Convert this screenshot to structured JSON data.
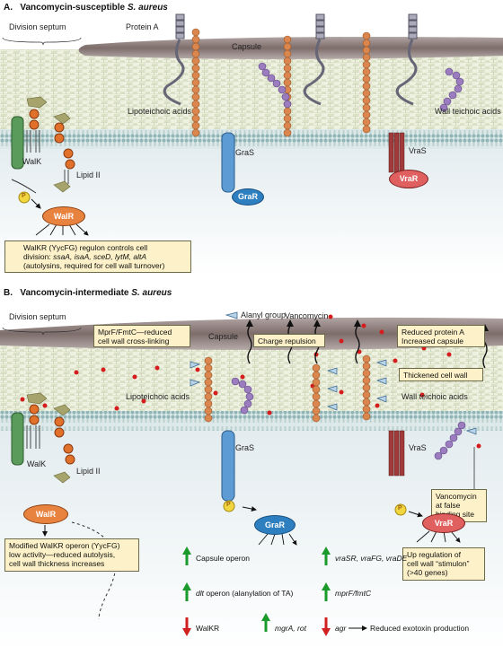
{
  "panel_a": {
    "title_letter": "A.",
    "title_prefix": "Vancomycin-susceptible ",
    "title_species": "S. aureus",
    "division_septum": "Division septum",
    "protein_a": "Protein A",
    "capsule": "Capsule",
    "lipoteichoic": "Lipoteichoic acids",
    "wall_teichoic": "Wall teichoic acids",
    "gras": "GraS",
    "grar": "GraR",
    "vras": "VraS",
    "vrar": "VraR",
    "walk": "WalK",
    "walr": "WalR",
    "lipid2": "Lipid II",
    "p": "P",
    "box_line1": "WalKR (YycFG) regulon controls cell",
    "box_line2_prefix": "division: ",
    "box_line2_genes": "ssaA, isaA, sceD, lytM, altA",
    "box_line3": "(autolysins, required for cell wall turnover)"
  },
  "panel_b": {
    "title_letter": "B.",
    "title_prefix": "Vancomycin-intermediate ",
    "title_species": "S. aureus",
    "division_septum": "Division septum",
    "alanyl": "Alanyl group",
    "vancomycin": "Vancomycin",
    "capsule": "Capsule",
    "mprf_box_l1": "MprF/FmtC—reduced",
    "mprf_box_l2": "cell wall cross-linking",
    "charge_box": "Charge repulsion",
    "protein_box_l1": "Reduced protein A",
    "protein_box_l2": "Increased capsule",
    "thickened_box": "Thickened cell wall",
    "lipoteichoic": "Lipoteichoic acids",
    "wall_teichoic": "Wall teichoic acids",
    "false_site_l1": "Vancomycin",
    "false_site_l2": "at false",
    "false_site_l3": "binding site",
    "gras": "GraS",
    "grar": "GraR",
    "vras": "VraS",
    "vrar": "VraR",
    "walk": "WalK",
    "walr": "WalR",
    "lipid2": "Lipid II",
    "p": "P",
    "walr_box_l1": "Modified WalKR operon (YycFG)",
    "walr_box_l2": "low activity—reduced autolysis,",
    "walr_box_l3": "cell wall thickness increases",
    "vrar_box_l1": "Up regulation of",
    "vrar_box_l2": "cell wall “stimulon”",
    "vrar_box_l3": "(>40 genes)",
    "capsule_operon": "Capsule operon",
    "dlt_gene": "dlt",
    "dlt_rest": " operon (alanylation of TA)",
    "walkr": "WalKR",
    "mgra": "mgrA, rot",
    "agr": "agr",
    "reduced_exotoxin": "Reduced exotoxin production",
    "vra_genes": "vraSR, vraFG, vraDE",
    "mprf_gene": "mprF/fmtC"
  },
  "colors": {
    "capsule": "#8b7a78",
    "wall": "#e9eed9",
    "membrane": "#9fc0c2",
    "lipoteichoic": "#d9864f",
    "wall_teichoic": "#9a7cbf",
    "walk": "#5a9a5a",
    "gras": "#5d9bd5",
    "vras": "#a13a3a",
    "walr": "#e8823f",
    "grar": "#2d7fc0",
    "vrar": "#e06060",
    "up_arrow": "#1a9a2a",
    "down_arrow": "#d02020",
    "box": "#fcf1c8"
  }
}
